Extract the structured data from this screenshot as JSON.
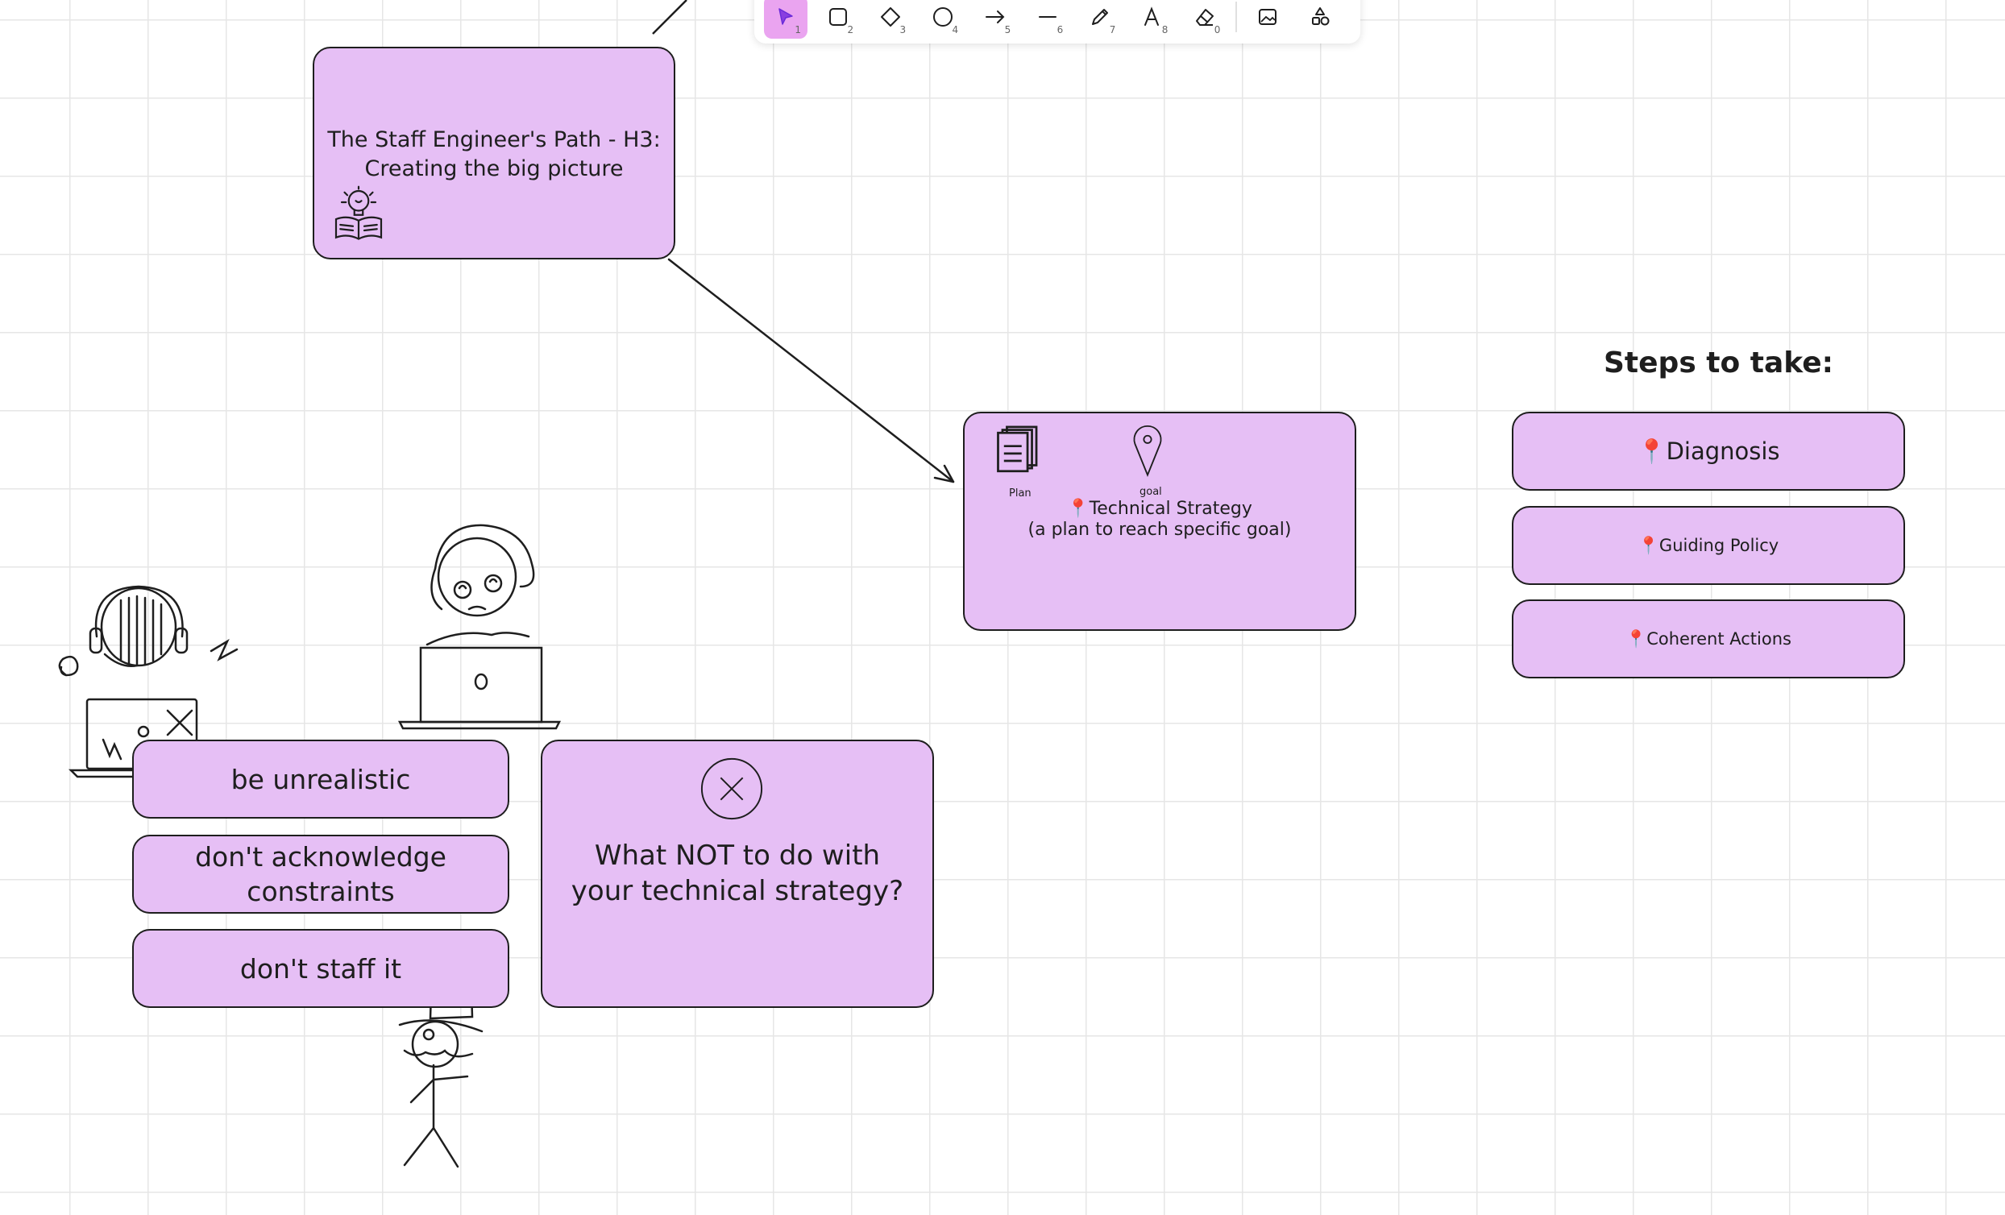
{
  "toolbar": {
    "tools": [
      {
        "name": "selection",
        "icon": "pointer-icon",
        "key": "1"
      },
      {
        "name": "rectangle",
        "icon": "rectangle-icon",
        "key": "2"
      },
      {
        "name": "diamond",
        "icon": "diamond-icon",
        "key": "3"
      },
      {
        "name": "ellipse",
        "icon": "ellipse-icon",
        "key": "4"
      },
      {
        "name": "arrow",
        "icon": "arrow-icon",
        "key": "5"
      },
      {
        "name": "line",
        "icon": "line-icon",
        "key": "6"
      },
      {
        "name": "draw",
        "icon": "pencil-icon",
        "key": "7"
      },
      {
        "name": "text",
        "icon": "text-icon",
        "key": "8"
      },
      {
        "name": "eraser",
        "icon": "eraser-icon",
        "key": "0"
      },
      {
        "name": "image",
        "icon": "image-icon",
        "key": ""
      },
      {
        "name": "library",
        "icon": "shapes-icon",
        "key": ""
      }
    ],
    "active_tool": "selection",
    "active_color": "#eaa4f0"
  },
  "canvas": {
    "card_color": "#e6bff5",
    "stroke_color": "#1e1e1e",
    "pin_color": "#d63a3a",
    "title_card": {
      "text": "The Staff Engineer's Path - H3:\nCreating the big picture"
    },
    "strategy_card": {
      "plan_label": "Plan",
      "goal_label": "goal",
      "title": "Technical Strategy",
      "subtitle": "(a plan to reach specific goal)",
      "pin": "📍"
    },
    "steps_heading": "Steps to take:",
    "steps": [
      {
        "pin": "📍",
        "label": "Diagnosis"
      },
      {
        "pin": "📍",
        "label": "Guiding Policy"
      },
      {
        "pin": "📍",
        "label": "Coherent Actions"
      }
    ],
    "donts": [
      {
        "label": "be unrealistic"
      },
      {
        "label": "don't acknowledge\nconstraints"
      },
      {
        "label": "don't staff it"
      }
    ],
    "what_not_card": {
      "text": "What NOT to do with\nyour technical strategy?"
    }
  }
}
